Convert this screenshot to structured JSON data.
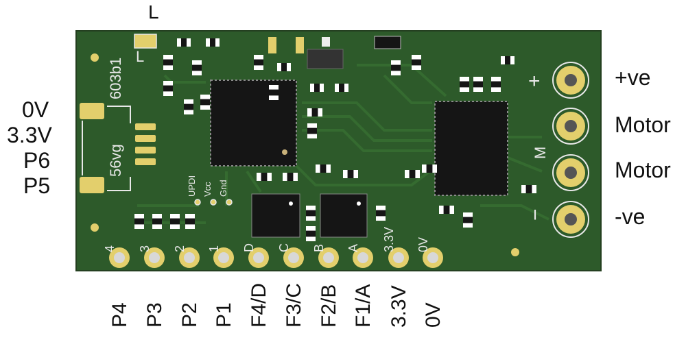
{
  "board": {
    "revision": "603b1",
    "chip_mark": "56vg",
    "corner_mark": "L",
    "top_mark": "L",
    "colors": {
      "pcb": "#2d5a2a",
      "pcb_edge": "#243f20",
      "trace": "#356b30",
      "pad_gold": "#e3cf6c",
      "chip": "#151515",
      "silk": "#e8e8e8"
    }
  },
  "left_labels": [
    "0V",
    "3.3V",
    "P6",
    "P5"
  ],
  "right_labels": [
    "+ve",
    "Motor",
    "Motor",
    "-ve"
  ],
  "motor_silk": [
    "+",
    "M",
    "−"
  ],
  "bottom_pins": [
    {
      "silk": "4",
      "label": "P4"
    },
    {
      "silk": "3",
      "label": "P3"
    },
    {
      "silk": "2",
      "label": "P2"
    },
    {
      "silk": "1",
      "label": "P1"
    },
    {
      "silk": "D",
      "label": "F4/D"
    },
    {
      "silk": "C",
      "label": "F3/C"
    },
    {
      "silk": "B",
      "label": "F2/B"
    },
    {
      "silk": "A",
      "label": "F1/A"
    },
    {
      "silk": "3.3V",
      "label": "3.3V"
    },
    {
      "silk": "0V",
      "label": "0V"
    }
  ],
  "prog_pads": [
    "UPDI",
    "Vcc",
    "Gnd"
  ]
}
